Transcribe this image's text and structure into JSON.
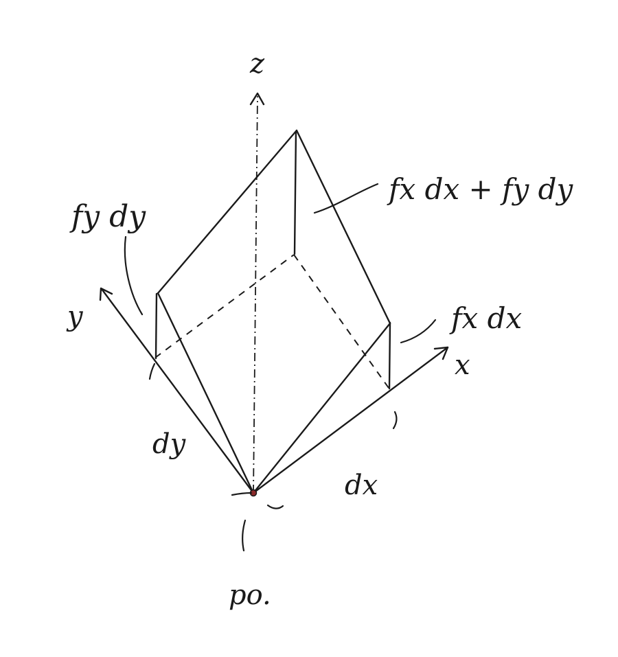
{
  "labels": {
    "z_axis": "z",
    "y_axis": "y",
    "x_axis": "x",
    "fy_dy": "fy dy",
    "fx_dx": "fx dx",
    "total": "fx dx + fy dy",
    "dy": "dy",
    "dx": "dx",
    "origin": "po."
  },
  "colors": {
    "ink": "#1a1a1a",
    "origin_dot": "#8b2a2a",
    "paper": "#ffffff"
  }
}
